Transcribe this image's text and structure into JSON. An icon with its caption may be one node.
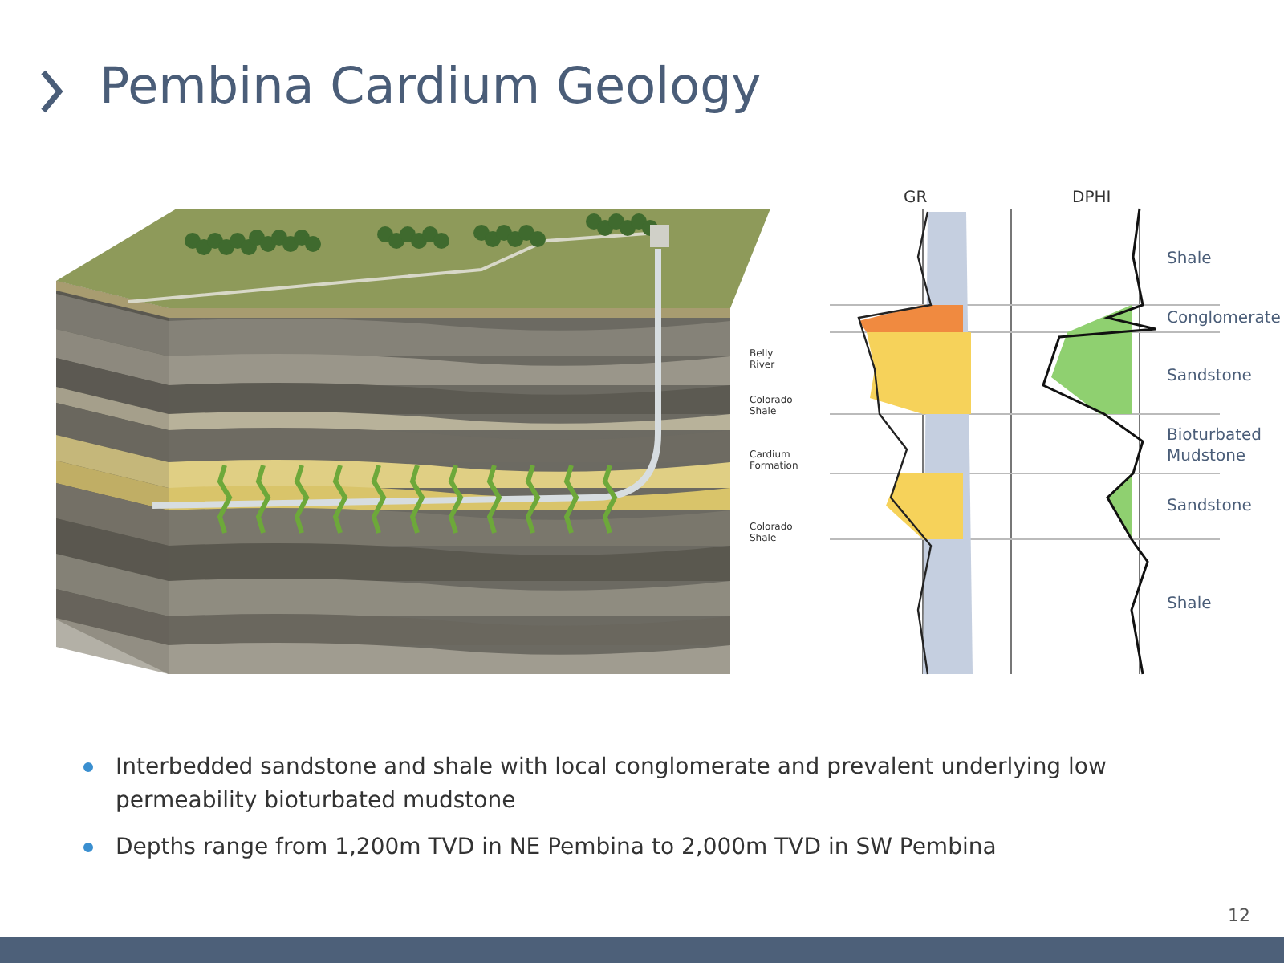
{
  "diagram": {
    "title": "Pembina Cardium Geology",
    "labels": [
      "Belly River",
      "Colorado Shale",
      "Cardium Formation",
      "Colorado Shale",
      "GR",
      "DPHI",
      "Shale",
      "Conglomerate",
      "Sandstone",
      "Bioturbated Mudstone",
      "Sandstone",
      "Shale",
      "Interbedded sandstone and shale with local conglomerate and prevalent underlying low permeability bioturbated mudstone",
      "Depths range from 1,200m TVD in NE Pembina to 2,000m TVD in SW Pembina",
      "12"
    ]
  }
}
